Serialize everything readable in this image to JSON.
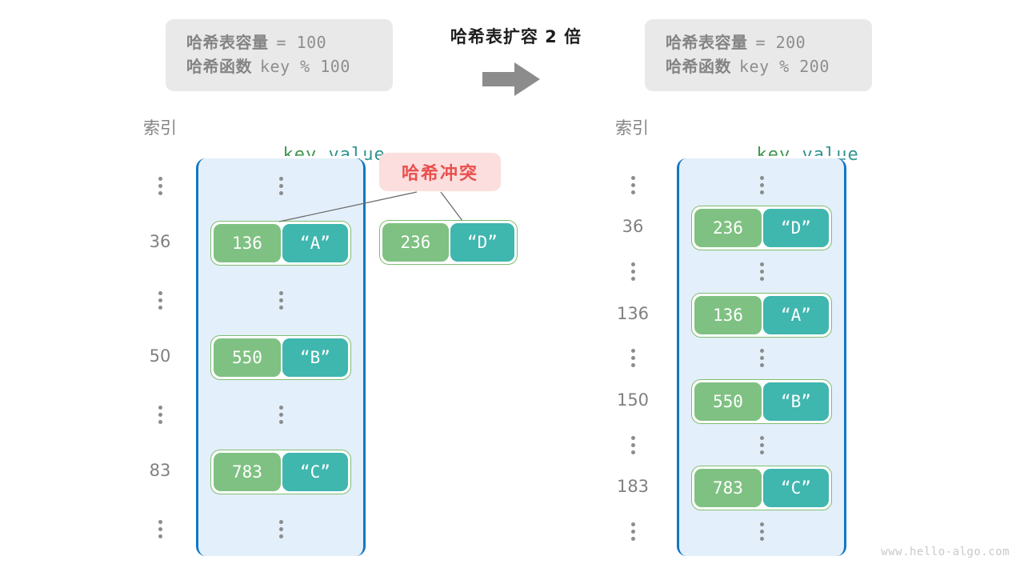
{
  "title": "哈希表扩容 2 倍",
  "watermark": "www.hello-algo.com",
  "colors": {
    "bucket_fill": "#e3effa",
    "bucket_border": "#1277c2",
    "key_cell": "#7fc182",
    "value_cell": "#3fb6ae",
    "pair_border": "#7fbd6f",
    "badge_bg": "#fbdedd",
    "badge_text": "#e8504e",
    "info_bg": "#e9e9e9",
    "arrow": "#8c8c8c"
  },
  "info_left": {
    "capacity_label": "哈希表容量",
    "capacity_value": "= 100",
    "hash_label": "哈希函数",
    "hash_value": "key % 100"
  },
  "info_right": {
    "capacity_label": "哈希表容量",
    "capacity_value": "= 200",
    "hash_label": "哈希函数",
    "hash_value": "key % 200"
  },
  "headers": {
    "index": "索引",
    "key": "key",
    "value": "value"
  },
  "badge": {
    "label": "哈希冲突"
  },
  "left_table": {
    "rows": [
      {
        "index": "⋮",
        "type": "dots"
      },
      {
        "index": "36",
        "type": "entry",
        "key": "136",
        "value": "“A”"
      },
      {
        "index": "⋮",
        "type": "dots"
      },
      {
        "index": "50",
        "type": "entry",
        "key": "550",
        "value": "“B”"
      },
      {
        "index": "⋮",
        "type": "dots"
      },
      {
        "index": "83",
        "type": "entry",
        "key": "783",
        "value": "“C”"
      },
      {
        "index": "⋮",
        "type": "dots"
      }
    ]
  },
  "colliding_entry": {
    "key": "236",
    "value": "“D”"
  },
  "right_table": {
    "rows": [
      {
        "index": "⋮",
        "type": "dots"
      },
      {
        "index": "36",
        "type": "entry",
        "key": "236",
        "value": "“D”"
      },
      {
        "index": "⋮",
        "type": "dots"
      },
      {
        "index": "136",
        "type": "entry",
        "key": "136",
        "value": "“A”"
      },
      {
        "index": "⋮",
        "type": "dots"
      },
      {
        "index": "150",
        "type": "entry",
        "key": "550",
        "value": "“B”"
      },
      {
        "index": "⋮",
        "type": "dots"
      },
      {
        "index": "183",
        "type": "entry",
        "key": "783",
        "value": "“C”"
      },
      {
        "index": "⋮",
        "type": "dots"
      }
    ]
  }
}
